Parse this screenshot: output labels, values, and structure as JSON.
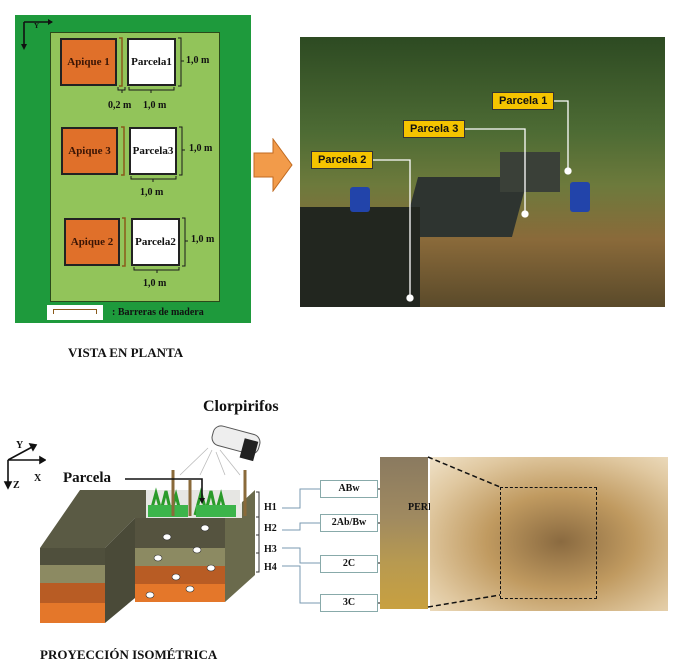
{
  "plan": {
    "axis_y": "Y",
    "apiques": [
      "Apique 1",
      "Apique 3",
      "Apique 2"
    ],
    "parcelas": [
      "Parcela1",
      "Parcela3",
      "Parcela2"
    ],
    "dim_1m": "1,0 m",
    "dim_02m": "0,2 m",
    "legend": ": Barreras de madera",
    "caption": "VISTA EN PLANTA"
  },
  "photo": {
    "tags": [
      "Parcela 1",
      "Parcela 3",
      "Parcela 2"
    ]
  },
  "iso": {
    "title": "Clorpirifos",
    "parcela": "Parcela",
    "axes": {
      "x": "X",
      "y": "Y",
      "z": "Z"
    },
    "horizons": [
      "H1",
      "H2",
      "H3",
      "H4"
    ],
    "layers": [
      "ABw",
      "2Ab/Bw",
      "2C",
      "3C"
    ],
    "perfil": "PERFIL",
    "caption": "PROYECCIÓN ISOMÉTRICA"
  },
  "colors": {
    "outer_green": "#1e9a3c",
    "inner_green": "#92c45a",
    "apique": "#e0702a",
    "tag": "#f5c400"
  }
}
